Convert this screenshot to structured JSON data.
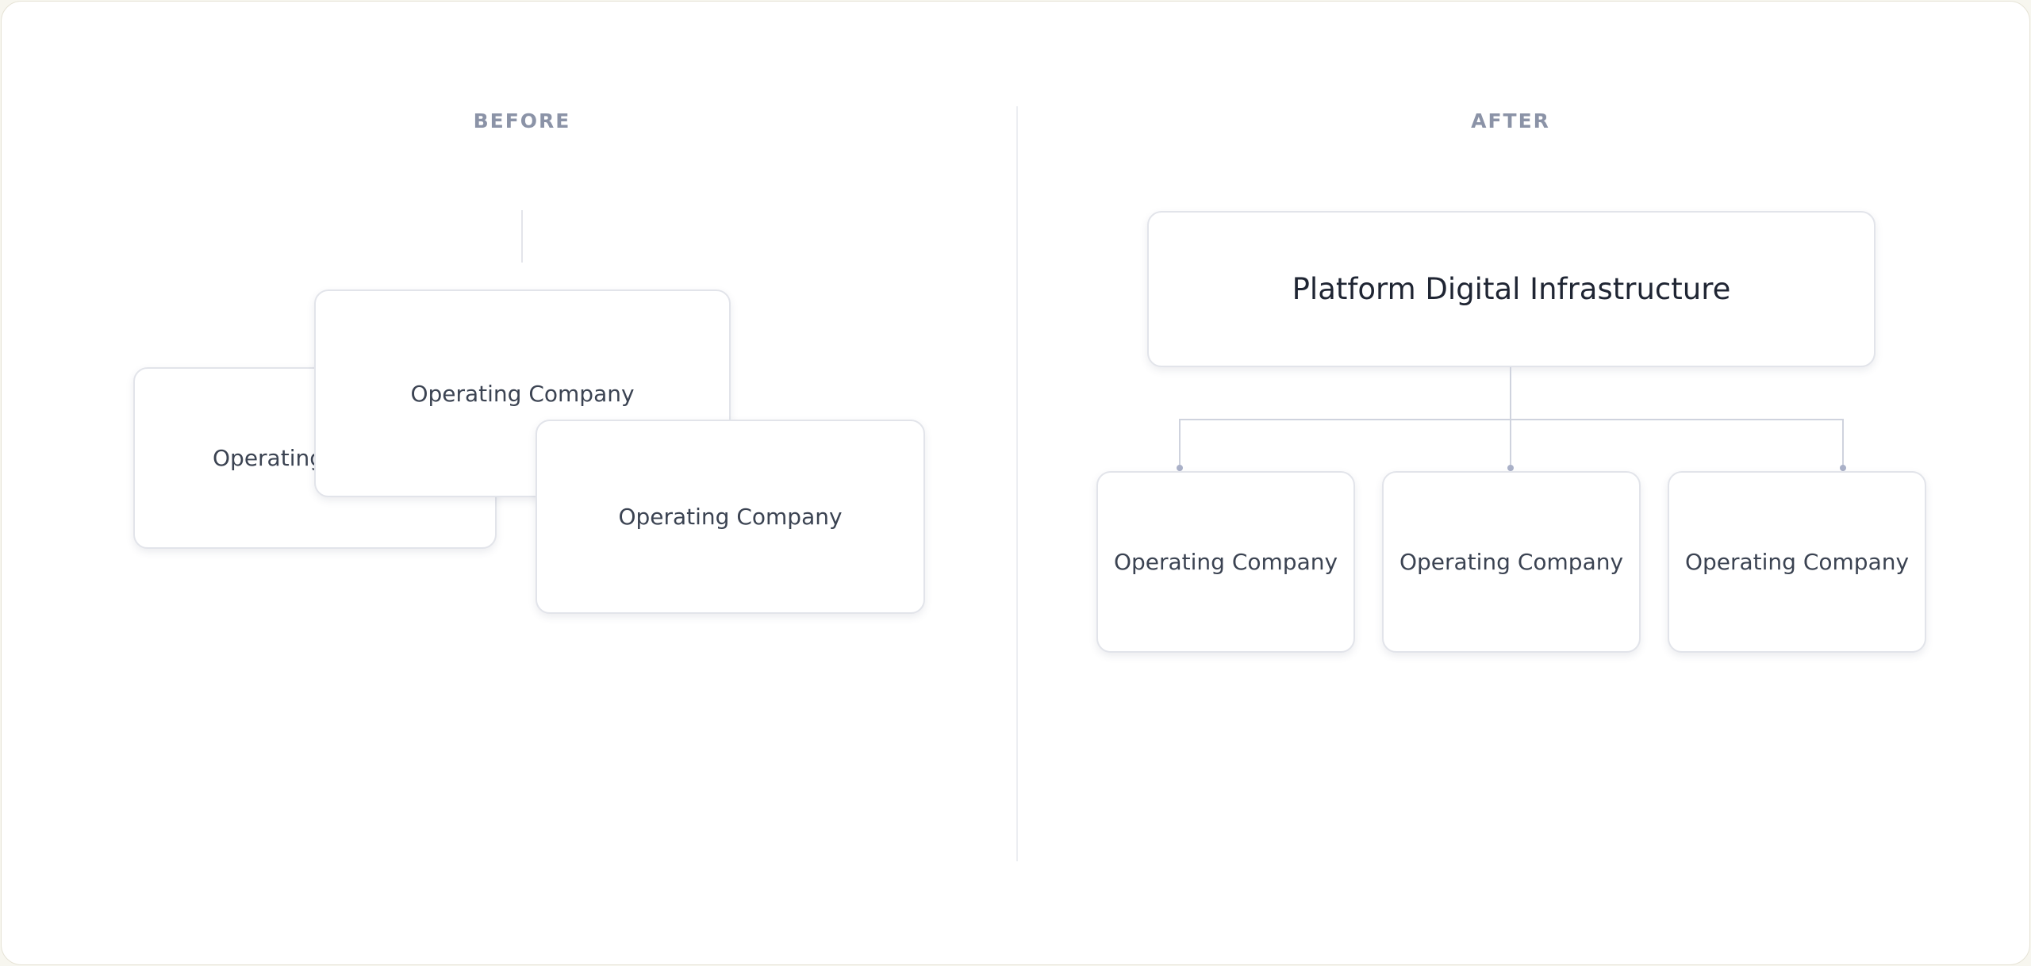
{
  "before": {
    "heading": "BEFORE",
    "cards": [
      "Operating",
      "Operating Company",
      "Operating Company"
    ]
  },
  "after": {
    "heading": "AFTER",
    "root": "Platform Digital Infrastructure",
    "children": [
      "Operating Company",
      "Operating Company",
      "Operating Company"
    ]
  }
}
